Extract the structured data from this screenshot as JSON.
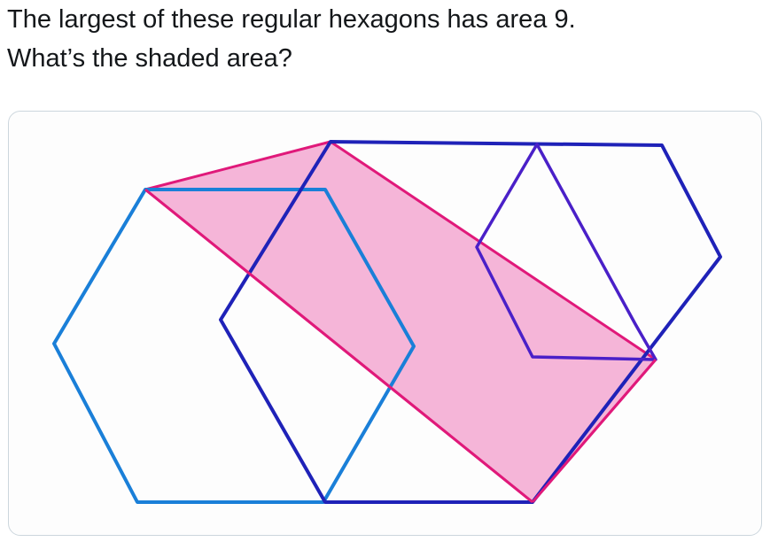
{
  "tweet": {
    "line1": "The largest of these regular hexagons has area 9.",
    "line2": "What’s the shaded area?"
  },
  "figure": {
    "colors": {
      "shade_fill": "#f29ccb",
      "shade_edge": "#e0197a",
      "light_blue": "#1a7fd8",
      "dark_blue": "#1f22b8",
      "violet": "#4a20c8"
    },
    "shapes": [
      "large-hexagon",
      "medium-hexagon",
      "small-hexagon",
      "shaded-parallelogram"
    ]
  }
}
